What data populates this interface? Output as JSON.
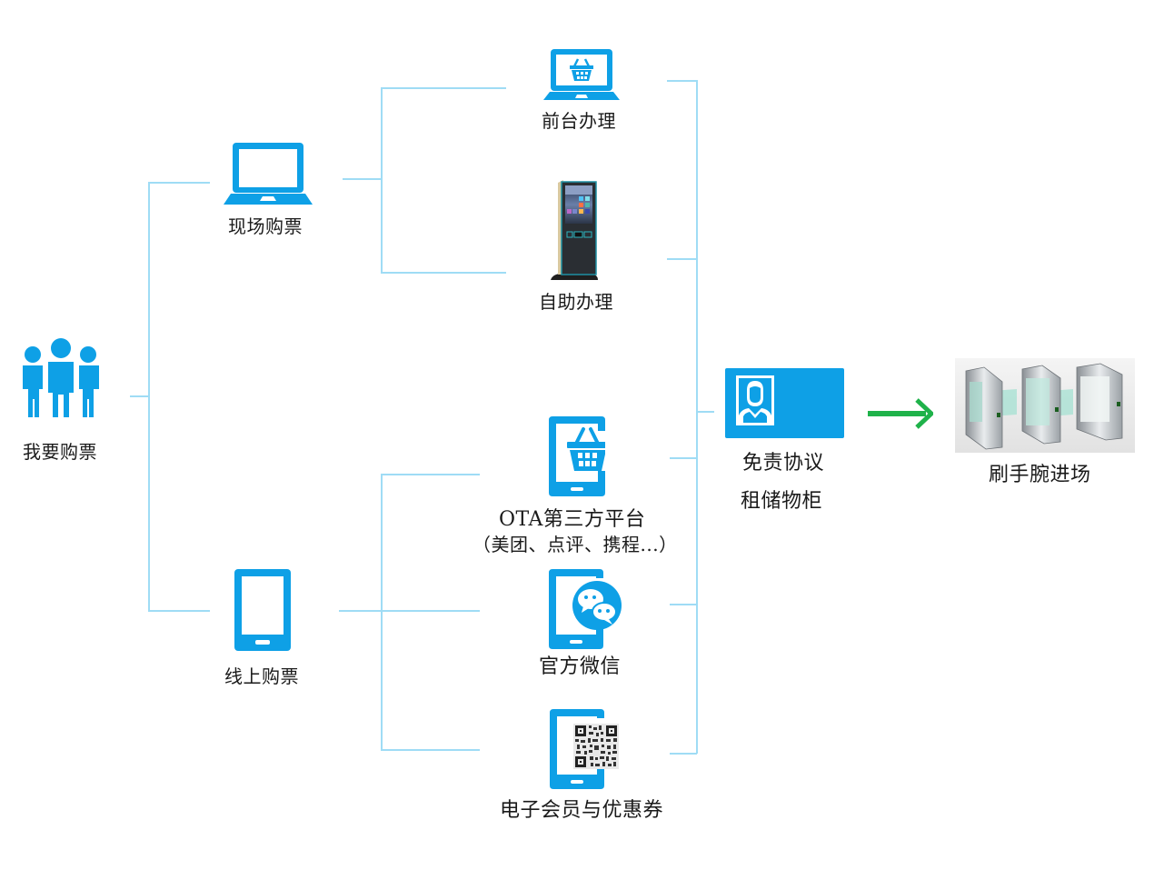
{
  "diagram": {
    "title": "",
    "accent_color": "#0ea0e6",
    "connector_color": "#9fdcf5",
    "arrow_color": "#1fb24a",
    "nodes": {
      "start": {
        "label": "我要购票",
        "icon": "people-group-icon"
      },
      "onsite": {
        "label": "现场购票",
        "icon": "laptop-icon"
      },
      "online": {
        "label": "线上购票",
        "icon": "tablet-icon"
      },
      "front_desk": {
        "label": "前台办理",
        "icon": "laptop-basket-icon"
      },
      "self_service": {
        "label": "自助办理",
        "icon": "kiosk-image"
      },
      "ota": {
        "label": "OTA第三方平台",
        "sublabel": "（美团、点评、携程...）",
        "icon": "tablet-basket-icon"
      },
      "wechat": {
        "label": "官方微信",
        "icon": "tablet-wechat-icon"
      },
      "member": {
        "label": "电子会员与优惠券",
        "icon": "tablet-qrcode-icon"
      },
      "agreement": {
        "label_line1": "免责协议",
        "label_line2": "租储物柜",
        "icon": "id-card-icon"
      },
      "entry": {
        "label": "刷手腕进场",
        "icon": "turnstile-gate-image"
      }
    },
    "edges": [
      {
        "from": "start",
        "to": "onsite"
      },
      {
        "from": "start",
        "to": "online"
      },
      {
        "from": "onsite",
        "to": "front_desk"
      },
      {
        "from": "onsite",
        "to": "self_service"
      },
      {
        "from": "online",
        "to": "ota"
      },
      {
        "from": "online",
        "to": "wechat"
      },
      {
        "from": "online",
        "to": "member"
      },
      {
        "from": "front_desk",
        "to": "agreement"
      },
      {
        "from": "self_service",
        "to": "agreement"
      },
      {
        "from": "ota",
        "to": "agreement"
      },
      {
        "from": "wechat",
        "to": "agreement"
      },
      {
        "from": "member",
        "to": "agreement"
      },
      {
        "from": "agreement",
        "to": "entry"
      }
    ]
  }
}
